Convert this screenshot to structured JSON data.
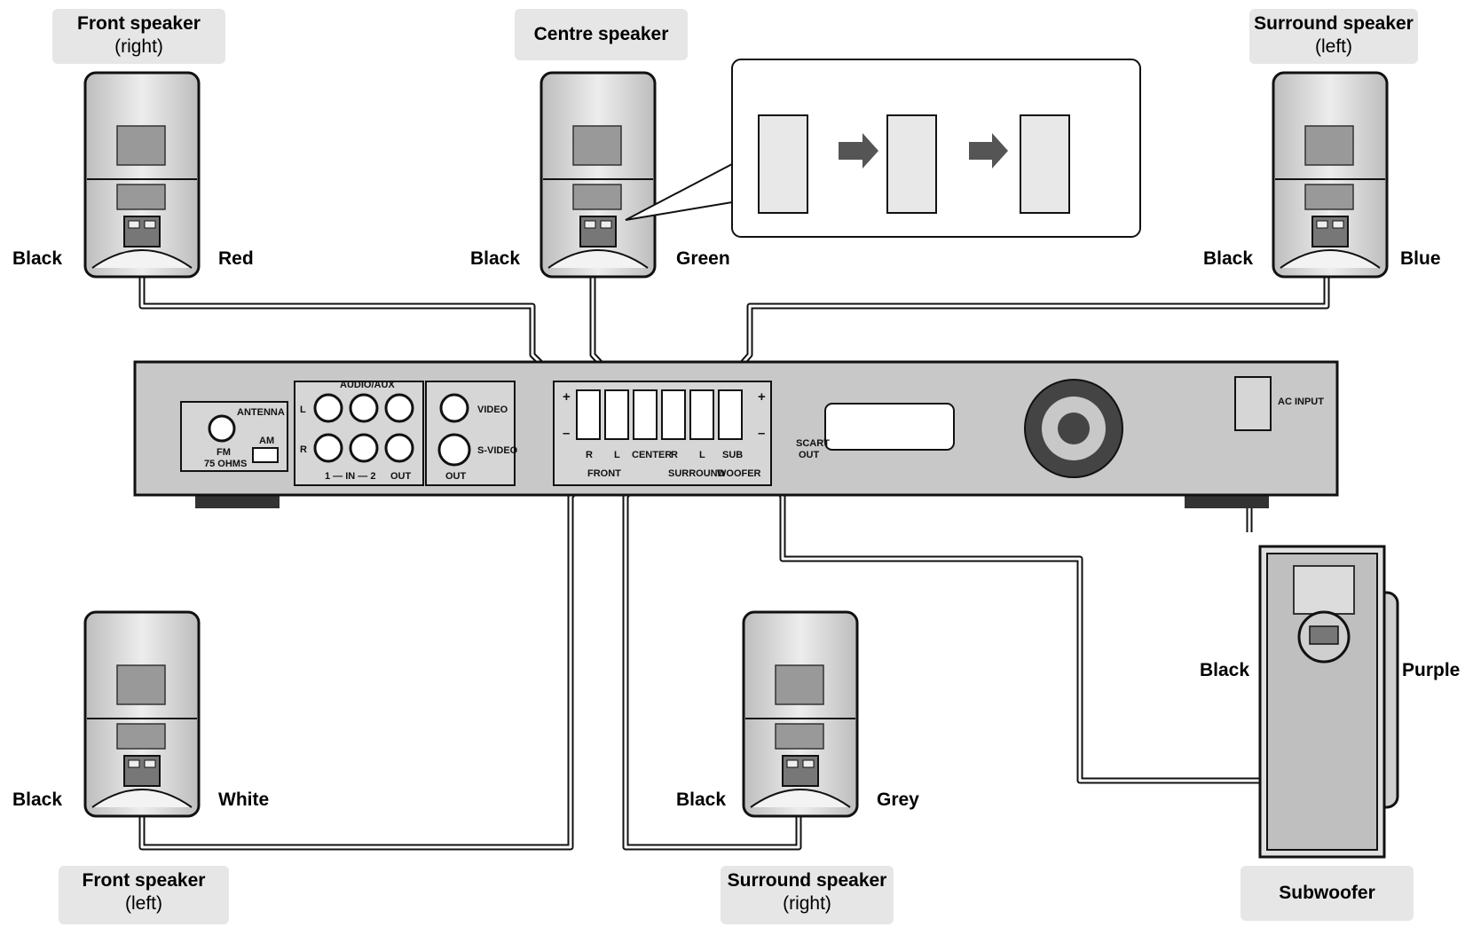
{
  "speakers": {
    "front_right": {
      "title": "Front speaker",
      "sub": "(right)",
      "left_wire": "Black",
      "right_wire": "Red"
    },
    "centre": {
      "title": "Centre speaker",
      "left_wire": "Black",
      "right_wire": "Green"
    },
    "surround_left": {
      "title": "Surround speaker",
      "sub": "(left)",
      "left_wire": "Black",
      "right_wire": "Blue"
    },
    "front_left": {
      "title": "Front speaker",
      "sub": "(left)",
      "left_wire": "Black",
      "right_wire": "White"
    },
    "surround_right": {
      "title": "Surround speaker",
      "sub": "(right)",
      "left_wire": "Black",
      "right_wire": "Grey"
    },
    "subwoofer": {
      "title": "Subwoofer",
      "left_wire": "Black",
      "right_wire": "Purple"
    }
  },
  "panel": {
    "antenna": "ANTENNA",
    "fm": "FM",
    "fm_ohms": "75 OHMS",
    "am": "AM",
    "audio_aux": "AUDIO/AUX",
    "aux_l": "L",
    "aux_r": "R",
    "aux_in": "1 — IN — 2",
    "aux_out": "OUT",
    "video": "VIDEO",
    "s_video": "S-VIDEO",
    "video_out": "OUT",
    "scart": "SCART",
    "scart_out": "OUT",
    "ac_input": "AC INPUT",
    "plus": "+",
    "minus": "–",
    "term_labels": [
      "R",
      "L",
      "CENTER",
      "R",
      "L",
      "SUB"
    ],
    "term_group_front": "FRONT",
    "term_group_surround": "SURROUND",
    "term_group_woofer": "WOOFER"
  },
  "colors": {
    "label_bg": "#e6e6e6",
    "speaker_body": "#d4d4d4",
    "panel_body": "#c8c8c8",
    "line": "#111111"
  }
}
